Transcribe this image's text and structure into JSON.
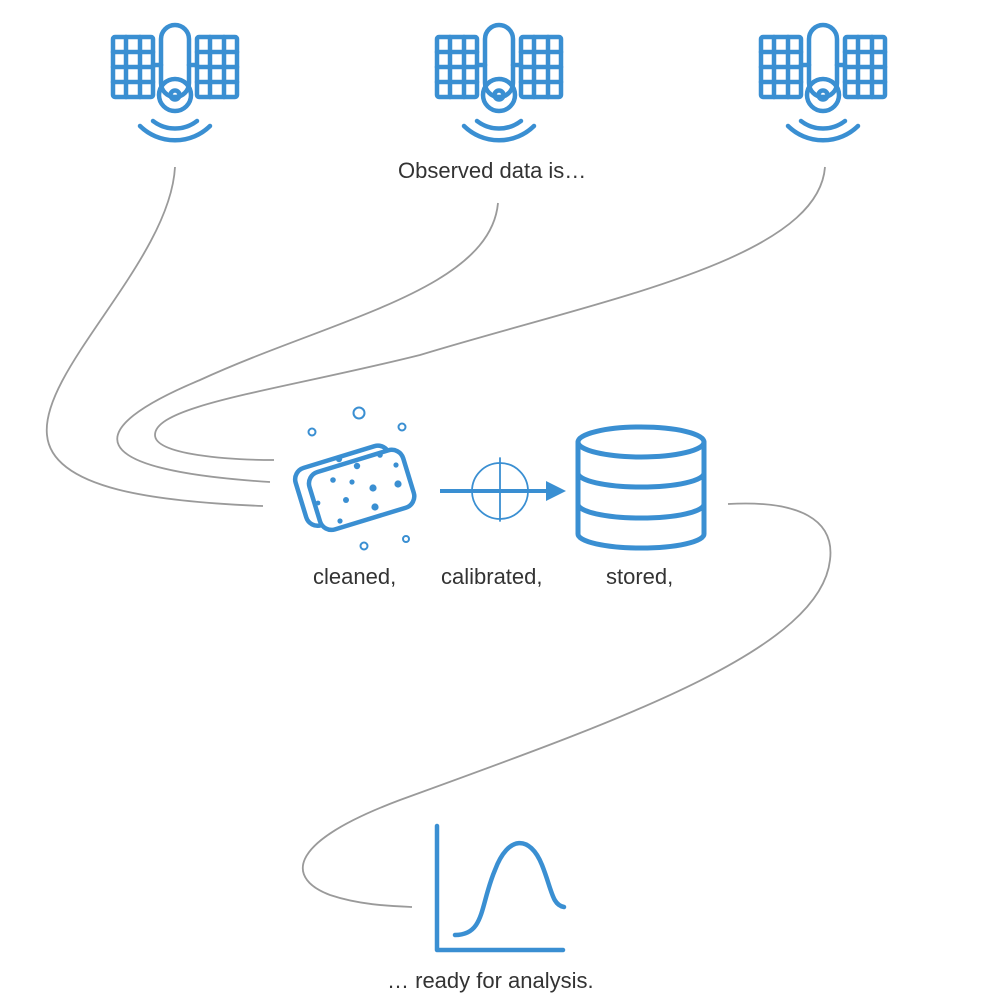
{
  "colors": {
    "accent": "#3a8fd2",
    "connector": "#9a9a9a",
    "text": "#333333"
  },
  "icons": {
    "source": "satellite-icon",
    "clean": "sponge-icon",
    "calibrate": "crosshair-icon",
    "store": "database-icon",
    "analysis": "distribution-chart-icon"
  },
  "labels": {
    "intro": "Observed data is…",
    "cleaned": "cleaned,",
    "calibrated": "calibrated,",
    "stored": "stored,",
    "outro": "… ready for analysis."
  }
}
